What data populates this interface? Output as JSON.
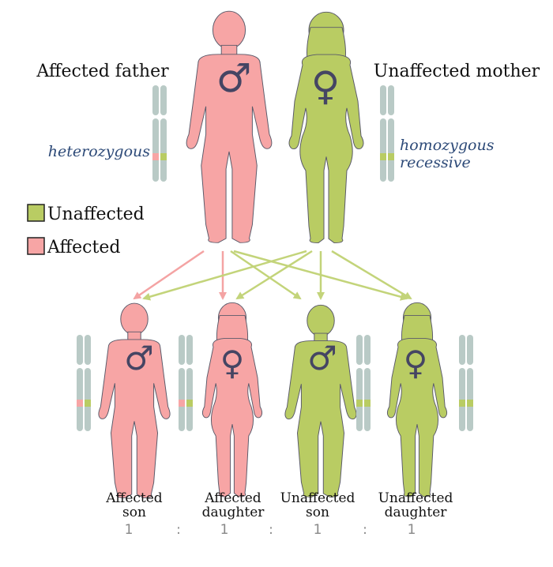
{
  "parents": {
    "father": {
      "label": "Affected father",
      "genotype": "heterozygous"
    },
    "mother": {
      "label": "Unaffected mother",
      "genotype_line1": "homozygous",
      "genotype_line2": "recessive"
    }
  },
  "legend": {
    "unaffected": "Unaffected",
    "affected": "Affected"
  },
  "children": [
    {
      "label_line1": "Affected",
      "label_line2": "son",
      "ratio": "1"
    },
    {
      "label_line1": "Affected",
      "label_line2": "daughter",
      "ratio": "1"
    },
    {
      "label_line1": "Unaffected",
      "label_line2": "son",
      "ratio": "1"
    },
    {
      "label_line1": "Unaffected",
      "label_line2": "daughter",
      "ratio": "1"
    }
  ],
  "ratio_separator": ":",
  "symbols": {
    "male": "♂",
    "female": "♀"
  },
  "colors": {
    "affected": "#f7a5a5",
    "unaffected": "#b9cc63",
    "arrow_affected": "#f4a3a3",
    "arrow_unaffected": "#c3d47a",
    "chromosome": "#b9cac6",
    "symbol": "#454563",
    "genotype_text": "#2d4a78"
  }
}
